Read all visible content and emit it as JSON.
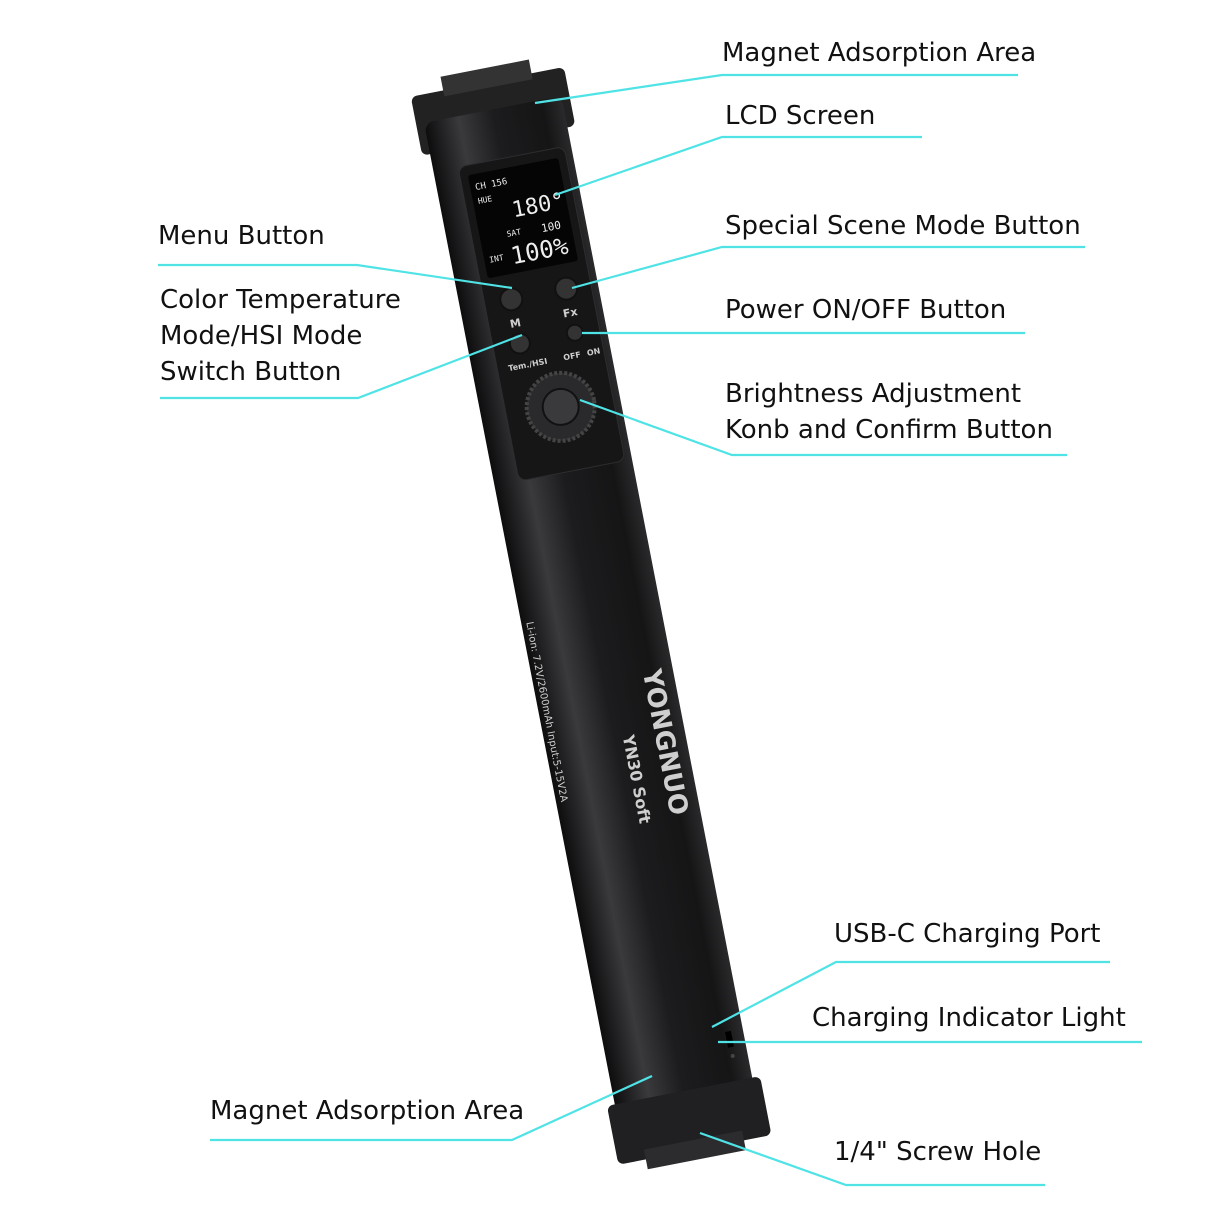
{
  "colors": {
    "leader_line": "#4fe3e6",
    "body": "#1b1b1d",
    "text": "#111111"
  },
  "labels": {
    "magnet_top": "Magnet Adsorption Area",
    "lcd": "LCD Screen",
    "menu": "Menu Button",
    "special_scene": "Special Scene Mode Button",
    "color_temp": [
      "Color Temperature",
      "Mode/HSI Mode",
      "Switch Button"
    ],
    "power": "Power ON/OFF Button",
    "brightness": [
      "Brightness Adjustment",
      "Konb and Confirm Button"
    ],
    "usbc": "USB-C Charging Port",
    "charging_light": "Charging Indicator Light",
    "magnet_bottom": "Magnet Adsorption Area",
    "screw": "1/4\" Screw Hole"
  },
  "device": {
    "lcd": {
      "top_row": "CH 156",
      "hue_tag": "HUE",
      "hue_value": "180°",
      "sat_tag": "SAT",
      "sat_value": "100",
      "int_tag": "INT",
      "int_value": "100%"
    },
    "buttons": {
      "menu": "M",
      "fx": "Fx",
      "tem": "Tem./HSI",
      "off": "OFF",
      "on": "ON"
    },
    "brand": "YONGNUO",
    "model": "YN30 Soft",
    "spec": "Li-ion: 7.2V/2600mAh  Input:5-15V2A"
  }
}
